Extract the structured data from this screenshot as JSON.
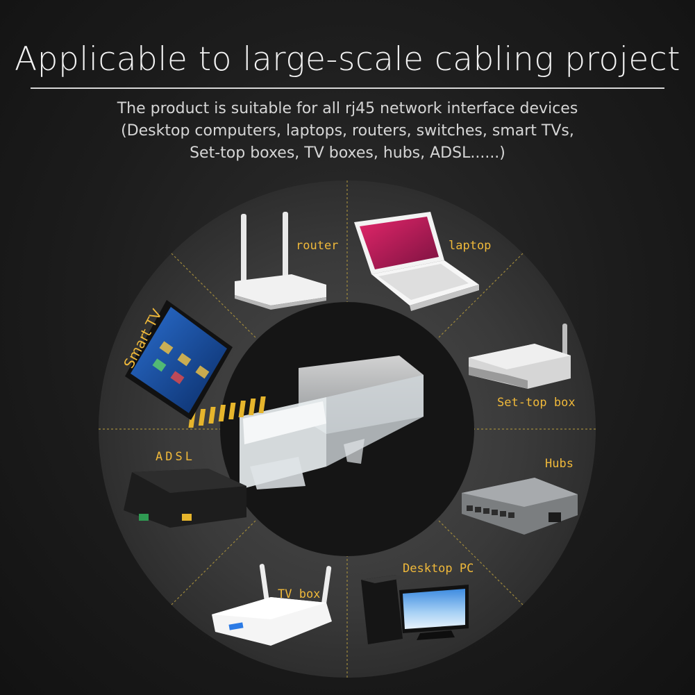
{
  "header": {
    "title": "Applicable to large-scale cabling project",
    "subtitle_lines": [
      "The product is suitable for all rj45 network interface devices",
      "(Desktop computers, laptops, routers, switches, smart TVs,",
      "Set-top boxes, TV boxes, hubs, ADSL......)"
    ]
  },
  "devices": {
    "router": "router",
    "laptop": "laptop",
    "settop": "Set-top box",
    "hubs": "Hubs",
    "desktop": "Desktop PC",
    "tvbox": "TV box",
    "adsl": "ADSL",
    "smarttv": "Smart TV"
  },
  "colors": {
    "label": "#f0b93a",
    "ring": "#3a3a3a",
    "center": "#151515",
    "divider": "#a08a3c",
    "contacts": "#e6b52c"
  },
  "center_product": "rj45-connector-icon"
}
